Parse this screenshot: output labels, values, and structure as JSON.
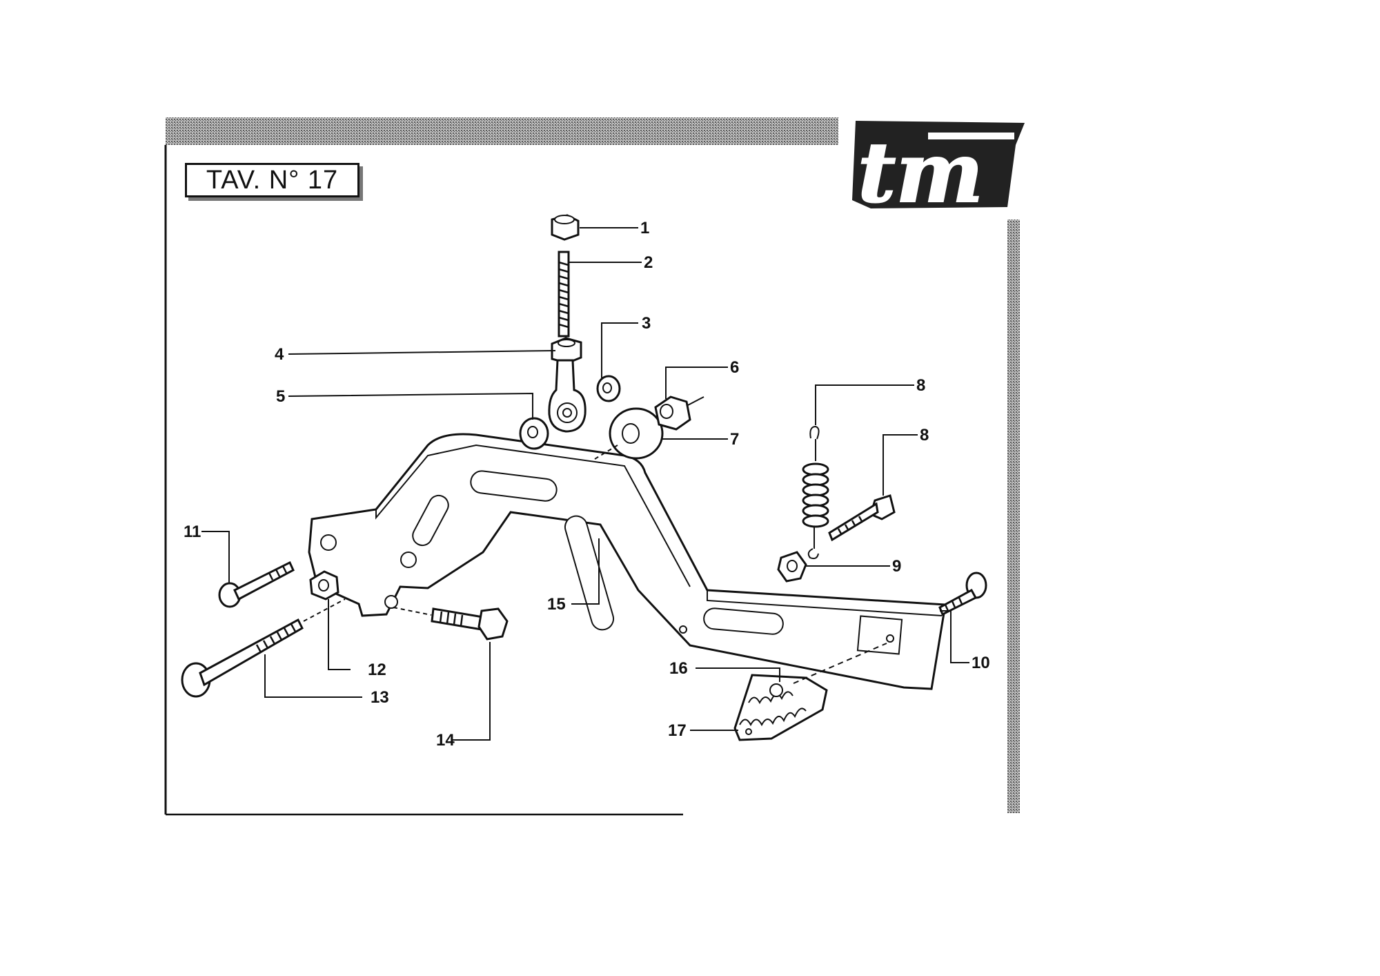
{
  "plate": {
    "title": "TAV. N° 17"
  },
  "brand": {
    "logo_text": "tm"
  },
  "callouts": [
    "1",
    "2",
    "3",
    "4",
    "5",
    "6",
    "7",
    "8",
    "8",
    "9",
    "10",
    "11",
    "12",
    "13",
    "14",
    "15",
    "16",
    "17"
  ],
  "colors": {
    "ink": "#111111",
    "paper": "#ffffff",
    "band": "#8c8c8c"
  }
}
